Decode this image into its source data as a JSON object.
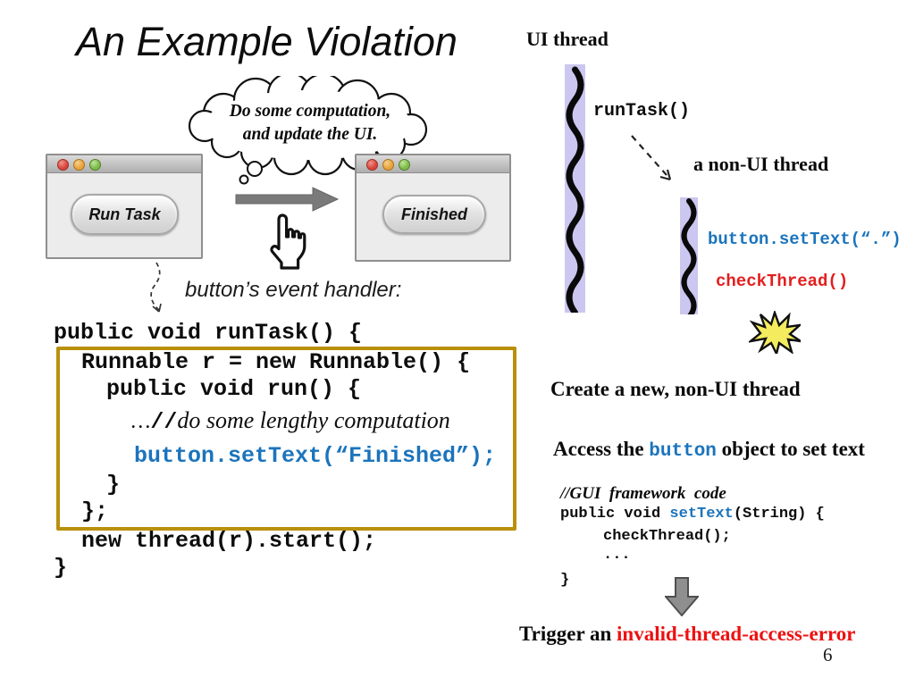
{
  "slide": {
    "title": "An Example Violation",
    "page_number": "6"
  },
  "cloud": {
    "line1": "Do some computation,",
    "line2": "and update the UI."
  },
  "windows": {
    "before_button": "Run Task",
    "after_button": "Finished"
  },
  "handler_label": "button’s event handler:",
  "main_code": {
    "l1": "public void runTask() {",
    "l2": "Runnable r = new Runnable() {",
    "l3": "public void run() {",
    "comment_dots": "…",
    "comment_slashes": "//",
    "comment_text": "do some lengthy computation",
    "l5": "button.setText(“Finished”);",
    "l6": "}",
    "l7": "};",
    "l8": "new thread(r).start();",
    "l9": "}"
  },
  "diagram": {
    "ui_thread_label": "UI thread",
    "runtask_call": "runTask()",
    "non_ui_thread_label": "a non-UI thread",
    "settext_call": "button.setText(“.”)",
    "checkthread_call": "checkThread()"
  },
  "notes": {
    "create_thread": "Create a new, non-UI thread",
    "access_prefix": "Access the ",
    "access_code": "button",
    "access_suffix": " object to set text"
  },
  "gui_code": {
    "comment": "//GUI  framework  code",
    "sig_pre": "public void ",
    "sig_method": "setText",
    "sig_post": "(String) {",
    "check_line": "checkThread();",
    "ellipsis": "...",
    "close_brace": "}"
  },
  "trigger": {
    "prefix": "Trigger an ",
    "error": "invalid-thread-access-error"
  },
  "colors": {
    "code_blue": "#1b74bc",
    "code_red": "#e41e1e",
    "highlight_box": "#b8900b",
    "thread_band": "#cbc7f0",
    "starburst_fill": "#f4ec5e",
    "arrow_gray": "#7a7a7a"
  }
}
